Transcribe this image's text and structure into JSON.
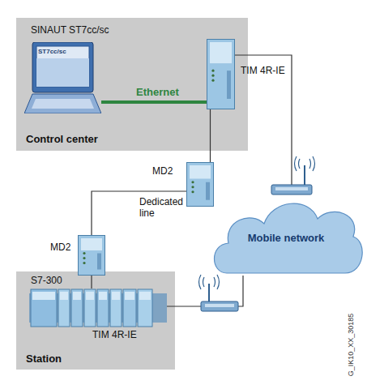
{
  "diagram": {
    "nodes": [
      {
        "text": [
          "Control center"
        ]
      },
      {
        "text": [
          "SINAUT ST7cc/sc",
          "ST7cc/sc"
        ],
        "in": 0
      },
      {
        "text": [
          "TIM 4R-IE"
        ],
        "in": 0
      },
      {
        "text": [
          "MD2"
        ]
      },
      {
        "text": [
          "MD2"
        ]
      },
      {
        "text": [
          "Station"
        ]
      },
      {
        "text": [
          "S7-300",
          "TIM 4R-IE"
        ],
        "in": 5
      },
      {
        "text": [
          "Mobile network"
        ]
      }
    ],
    "edges": [
      {
        "from": 1,
        "to": 2,
        "label": "Ethernet",
        "arrow": "none"
      },
      {
        "from": 2,
        "to": 3,
        "arrow": "none"
      },
      {
        "from": 3,
        "to": 4,
        "label": "Dedicated line",
        "arrow": "none"
      },
      {
        "from": 4,
        "to": 6,
        "arrow": "none"
      },
      {
        "from": 2,
        "to": 7,
        "arrow": "none"
      },
      {
        "from": 6,
        "to": 7,
        "arrow": "none"
      }
    ],
    "labels": [
      "G_IK10_XX_30185"
    ]
  }
}
